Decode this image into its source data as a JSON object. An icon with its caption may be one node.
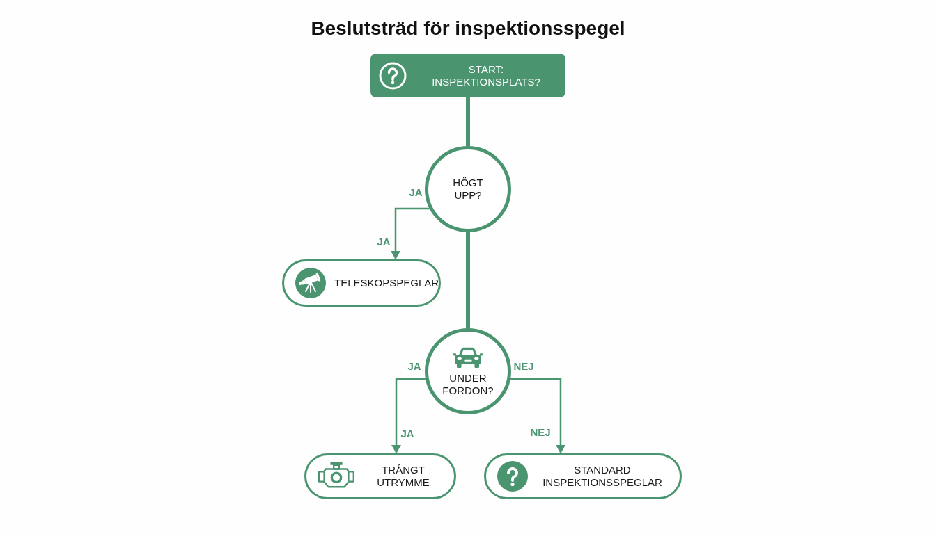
{
  "diagram": {
    "title": "Beslutsträd för inspektionsspegel",
    "nodes": [
      {
        "text": [
          "START: INSPEKTIONSPLATS?"
        ]
      },
      {
        "text": [
          "HÖGT UPP?"
        ]
      },
      {
        "text": [
          "TELESKOPSPEGLAR"
        ]
      },
      {
        "text": [
          "UNDER FORDON?"
        ]
      },
      {
        "text": [
          "TRÅNGT UTRYMME"
        ]
      },
      {
        "text": [
          "STANDARD INSPEKTIONSSPEGLAR"
        ]
      }
    ],
    "edges": [
      {
        "from": 0,
        "to": 1,
        "arrow": "none",
        "style": "thick"
      },
      {
        "from": 1,
        "to": 2,
        "arrow": "to",
        "label": "JA"
      },
      {
        "from": 1,
        "to": 3,
        "arrow": "none",
        "style": "thick"
      },
      {
        "from": 3,
        "to": 4,
        "arrow": "to",
        "label": "JA"
      },
      {
        "from": 3,
        "to": 5,
        "arrow": "to",
        "label": "NEJ"
      }
    ],
    "labels": [
      "JA",
      "JA",
      "NEJ"
    ]
  }
}
